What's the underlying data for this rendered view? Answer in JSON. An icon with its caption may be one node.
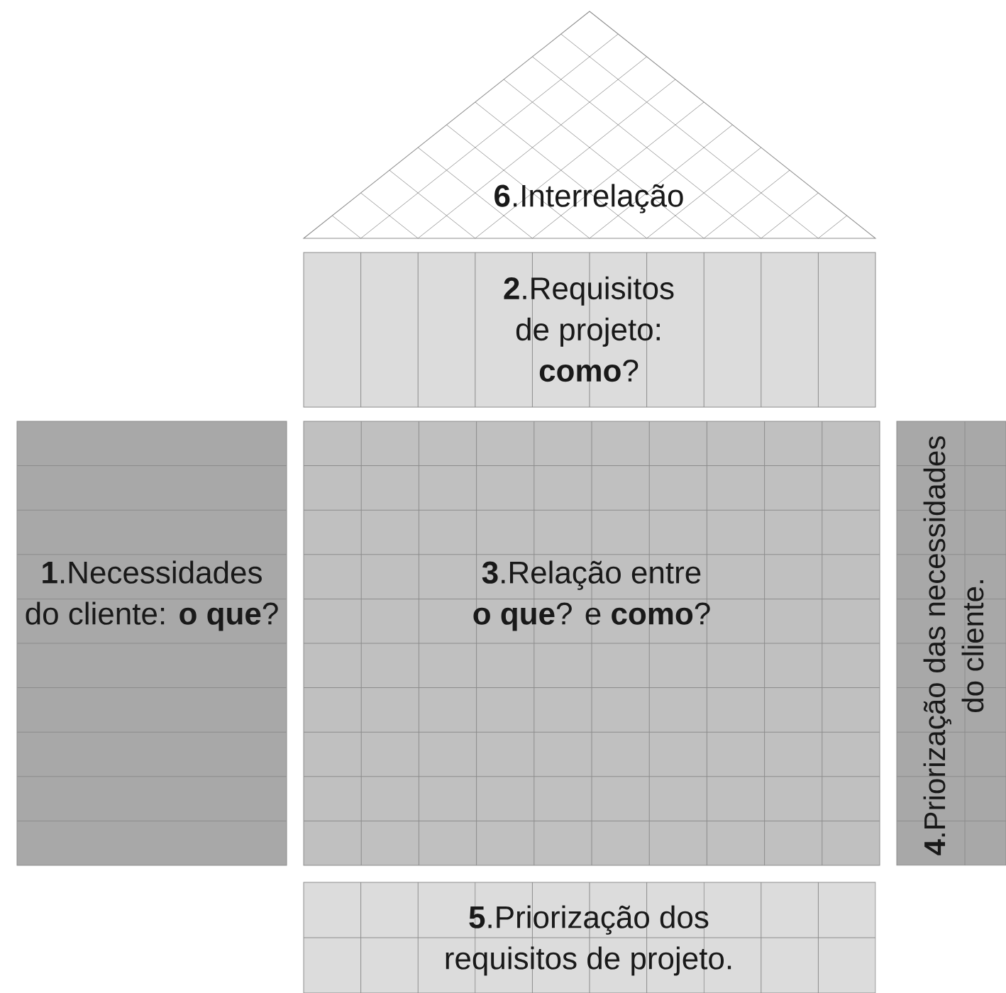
{
  "diagram": {
    "nodes": [
      {
        "text": [
          "**6**.Interrelação"
        ]
      },
      {
        "text": [
          "**2**.Requisitos de projeto: **como**?"
        ]
      },
      {
        "text": [
          "**1**.Necessidades do cliente: **o que**?"
        ]
      },
      {
        "text": [
          "**3**.Relação entre **o que**? e **como**?"
        ]
      },
      {
        "text": [
          "**4**.Priorização das necessidades do cliente."
        ]
      },
      {
        "text": [
          "**5**.Priorização dos requisitos de projeto."
        ]
      }
    ]
  }
}
